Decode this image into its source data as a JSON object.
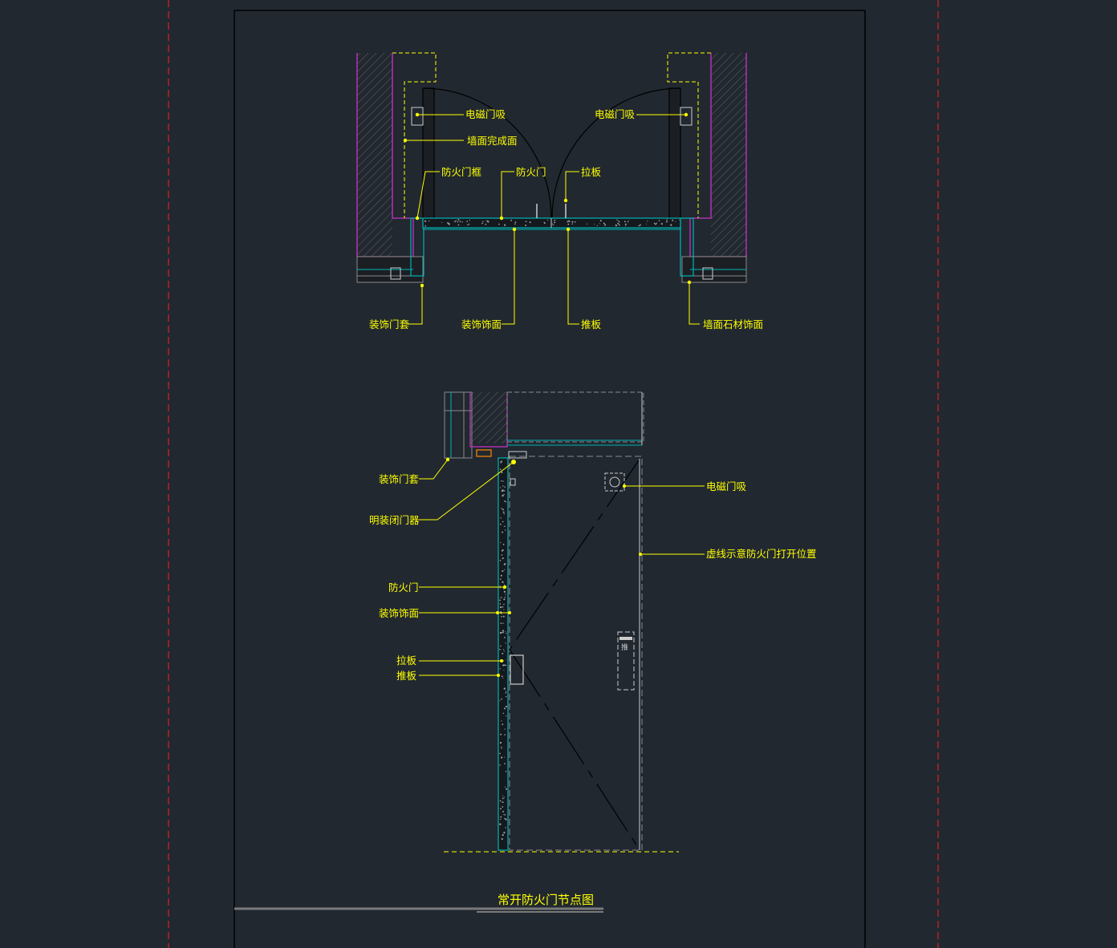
{
  "title": "常开防火门节点图",
  "colors": {
    "background": "#212830",
    "annotation": "#ffff00",
    "wall": "#c832c8",
    "steel": "#00b4b4",
    "guide": "#ff2020",
    "frame": "#000000",
    "hatch": "#5a5a5a",
    "closer": "#ff8800"
  },
  "plan_view": {
    "labels": {
      "magnetic_holder_left": "电磁门吸",
      "magnetic_holder_right": "电磁门吸",
      "wall_finish_surface": "墙面完成面",
      "fire_door_frame": "防火门框",
      "fire_door": "防火门",
      "pull_plate": "拉板",
      "decorative_casing": "装饰门套",
      "decorative_finish": "装饰饰面",
      "push_plate": "推板",
      "wall_stone_finish": "墙面石材饰面"
    }
  },
  "elevation_view": {
    "labels": {
      "decorative_casing": "装饰门套",
      "surface_door_closer": "明装闭门器",
      "fire_door": "防火门",
      "decorative_finish": "装饰饰面",
      "pull_plate": "拉板",
      "push_plate": "推板",
      "magnetic_holder": "电磁门吸",
      "dashed_open_position": "虚线示意防火门打开位置",
      "push_sign": "推"
    }
  }
}
